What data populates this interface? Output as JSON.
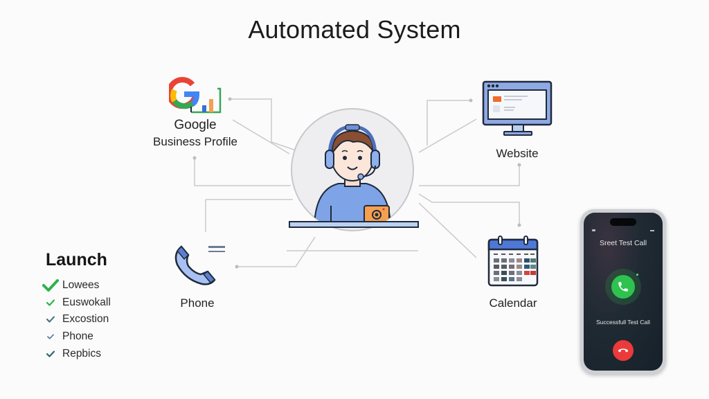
{
  "title": "Automated System",
  "center": {
    "icon": "support-agent-with-headset-icon",
    "desk_device": "camera-tablet-icon"
  },
  "nodes": {
    "google": {
      "icon": "google-business-profile-icon",
      "label_line1": "Google",
      "label_line2": "Business Profile"
    },
    "website": {
      "icon": "desktop-monitor-icon",
      "label": "Website"
    },
    "phone": {
      "icon": "phone-handset-icon",
      "label": "Phone"
    },
    "calendar": {
      "icon": "calendar-icon",
      "label": "Calendar"
    }
  },
  "launch": {
    "title": "Launch",
    "items": [
      {
        "label": "Lowees",
        "check_color": "#2bb34a",
        "large": true
      },
      {
        "label": "Euswokall",
        "check_color": "#2bb34a",
        "large": false
      },
      {
        "label": "Excostion",
        "check_color": "#3b6a78",
        "large": false
      },
      {
        "label": "Phone",
        "check_color": "#4a7c8c",
        "large": false
      },
      {
        "label": "Repbics",
        "check_color": "#2f6474",
        "large": false
      }
    ]
  },
  "phone_mockup": {
    "header_text": "Sreet Test Call",
    "status_text": "Successfull Test Call",
    "accept_icon": "phone-accept-icon",
    "decline_icon": "phone-decline-icon",
    "accept_color": "#2ec24e",
    "decline_color": "#ea3a3a"
  },
  "colors": {
    "line": "#c9c9c9",
    "accent_blue": "#9db7ec",
    "outline": "#1f2a3c"
  }
}
